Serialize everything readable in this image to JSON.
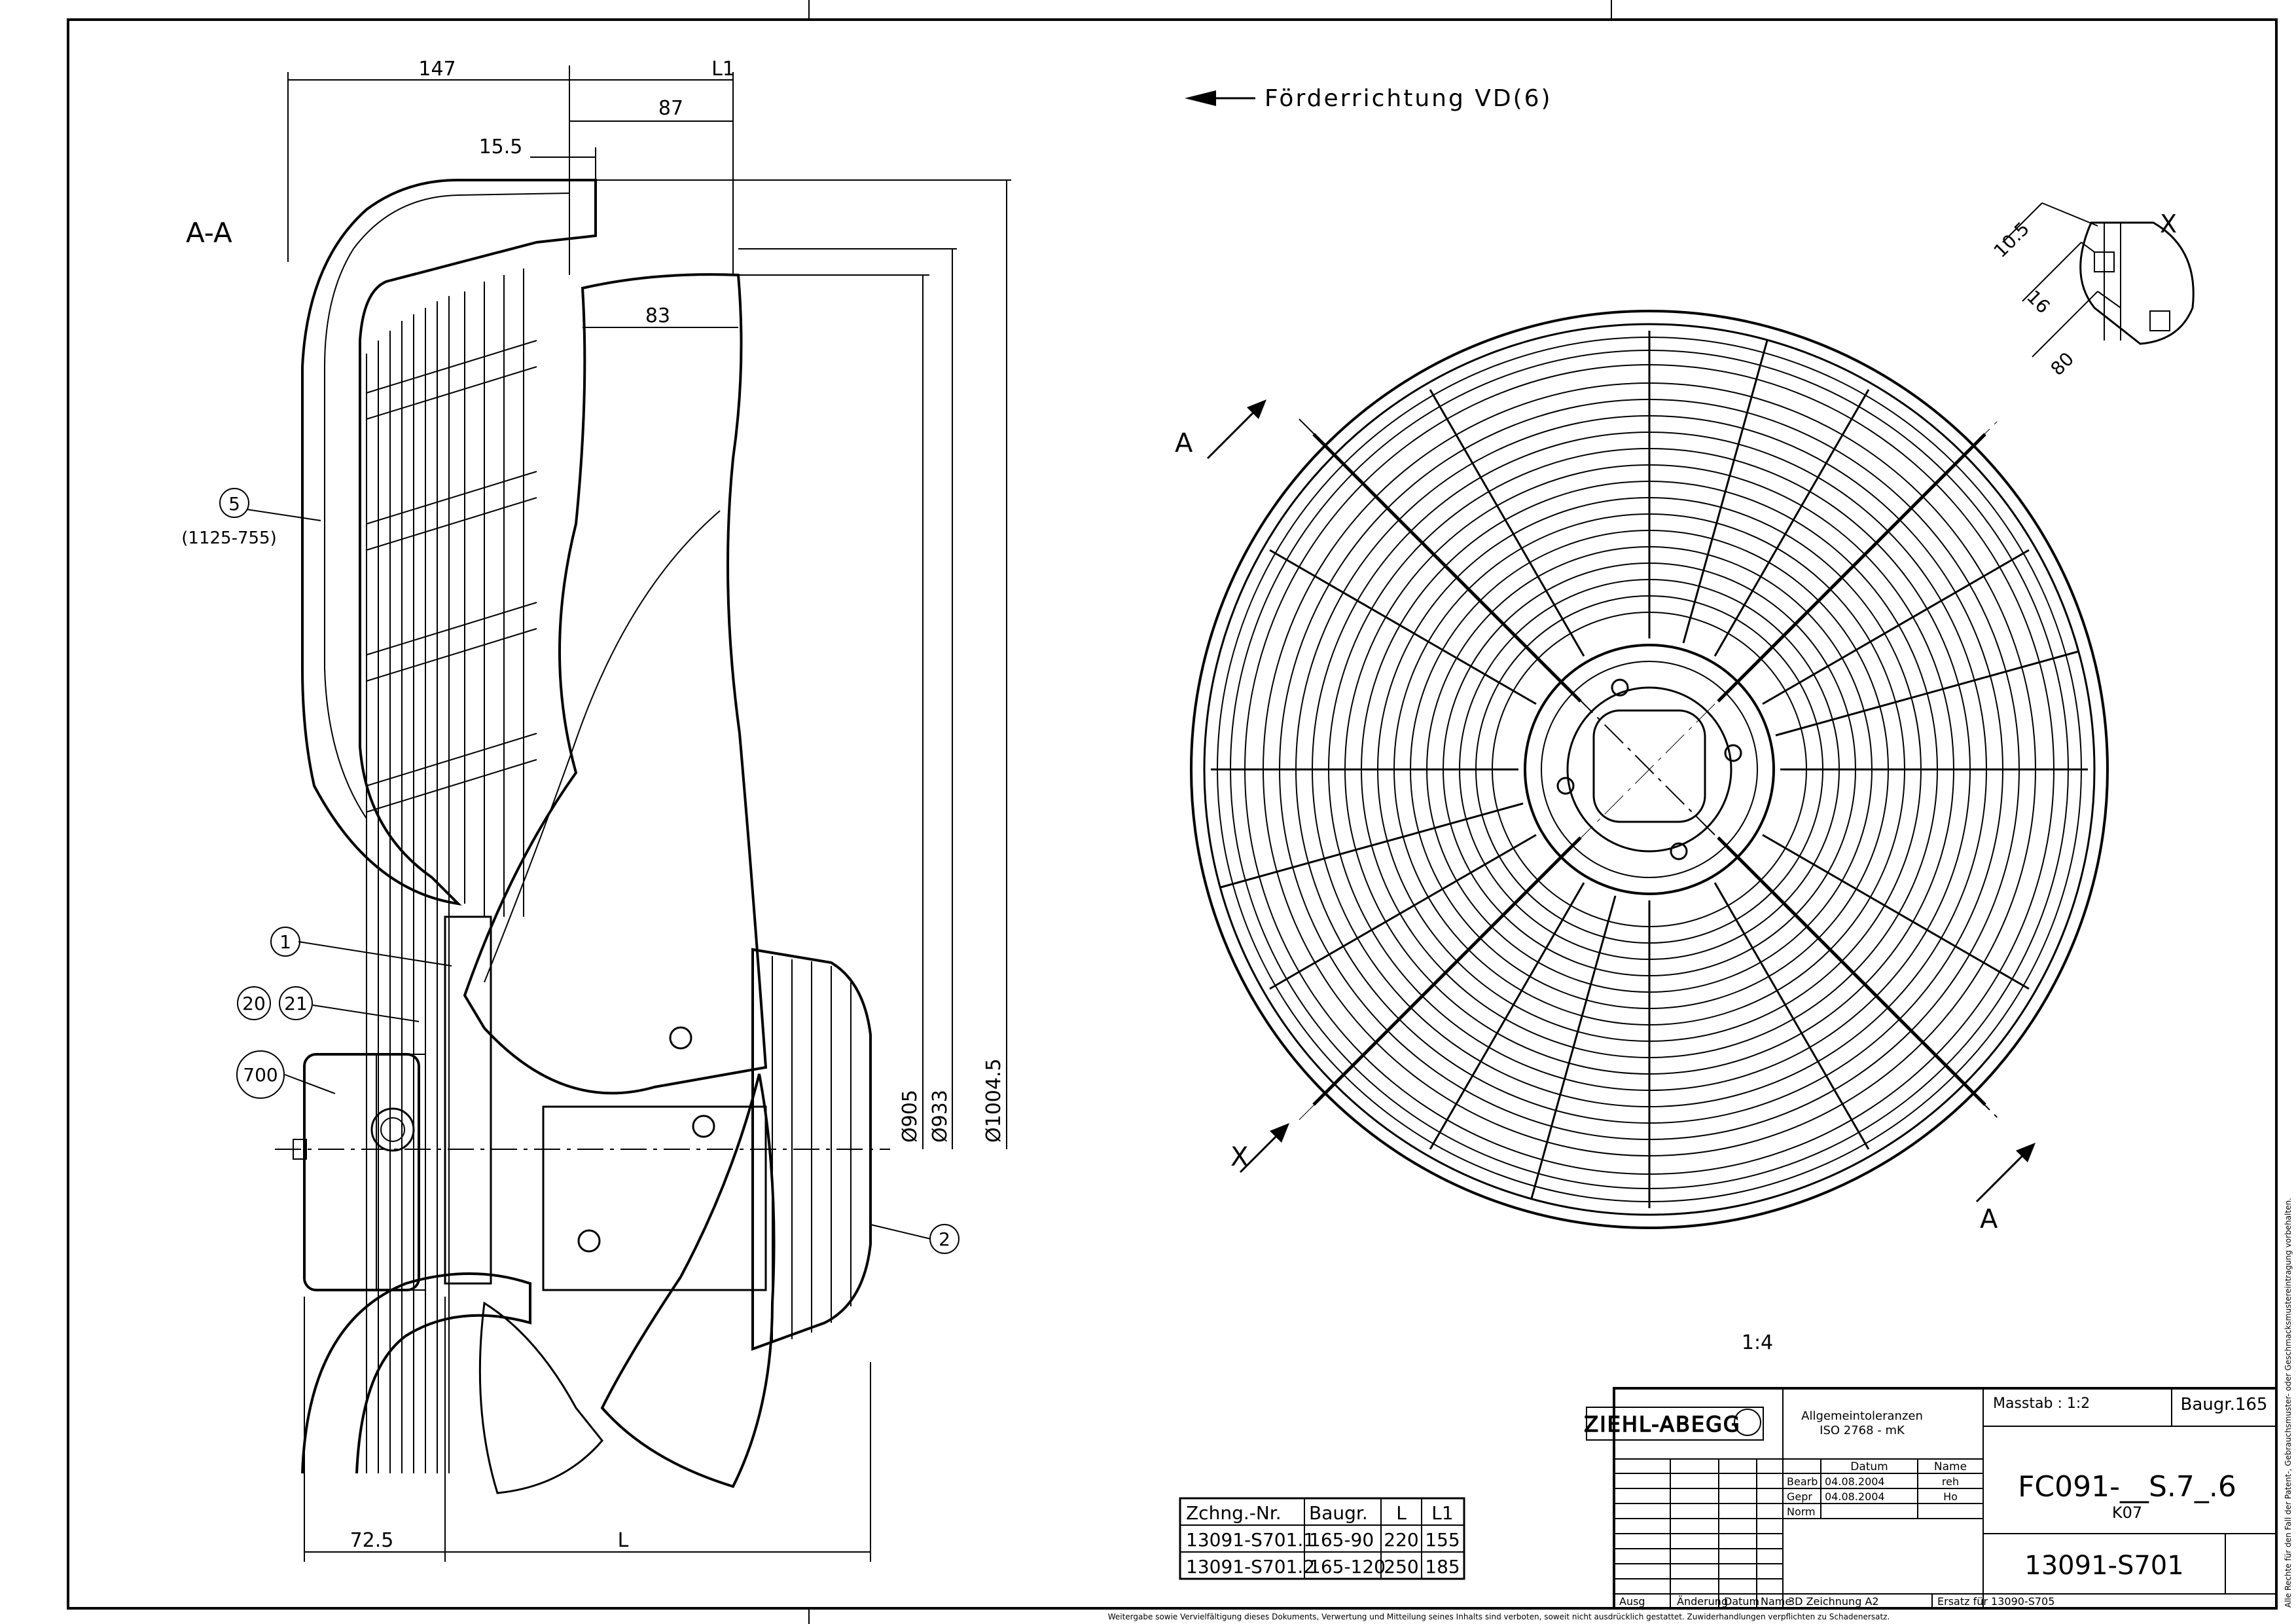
{
  "section_label": "A-A",
  "direction_label": "Förderrichtung VD(6)",
  "dims": {
    "d147": "147",
    "dL1": "L1",
    "d87": "87",
    "d15_5": "15.5",
    "d83": "83",
    "d72_5": "72.5",
    "dL": "L",
    "dia905": "Ø905",
    "dia933": "Ø933",
    "dia1004": "Ø1004.5",
    "d10_5": "10.5",
    "d16": "16",
    "d80": "80"
  },
  "callouts": {
    "c5": "5",
    "c5_sub": "(1125-755)",
    "c1": "1",
    "c20": "20",
    "c21": "21",
    "c700": "700",
    "c2": "2"
  },
  "section_marks": {
    "a_top": "A",
    "a_bottom": "A",
    "x_bottom": "X",
    "x_detail": "X"
  },
  "scale_note": "1:4",
  "variants_table": {
    "headers": [
      "Zchng.-Nr.",
      "Baugr.",
      "L",
      "L1"
    ],
    "rows": [
      [
        "13091-S701.1",
        "165-90",
        "220",
        "155"
      ],
      [
        "13091-S701.2",
        "165-120",
        "250",
        "185"
      ]
    ]
  },
  "title_block": {
    "logo": "ZIEHL-ABEGG",
    "tolerance_1": "Allgemeintoleranzen",
    "tolerance_2": "ISO 2768 - mK",
    "scale": "Masstab : 1:2",
    "size": "Baugr.165",
    "col_date": "Datum",
    "col_name": "Name",
    "rows": [
      {
        "label": "Bearb",
        "date": "04.08.2004",
        "name": "reh"
      },
      {
        "label": "Gepr",
        "date": "04.08.2004",
        "name": "Ho"
      },
      {
        "label": "Norm",
        "date": "",
        "name": ""
      }
    ],
    "part_no": "FC091-__S.7_.6",
    "part_sub": "K07",
    "drawing_no": "13091-S701",
    "rev_ausg": "Ausg",
    "rev_aenderung": "Änderung",
    "rev_datum": "Datum",
    "rev_name": "Name",
    "note_3d": "3D Zeichnung A2",
    "note_replace": "Ersatz für 13090-S705"
  },
  "footer_note": "Weitergabe sowie Vervielfältigung dieses Dokuments, Verwertung und Mitteilung seines Inhalts sind verboten, soweit nicht ausdrücklich gestattet. Zuwiderhandlungen verpflichten zu Schadenersatz.",
  "side_note": "Alle Rechte für den Fall der Patent-, Gebrauchsmuster- oder Geschmacksmustereintragung vorbehalten."
}
